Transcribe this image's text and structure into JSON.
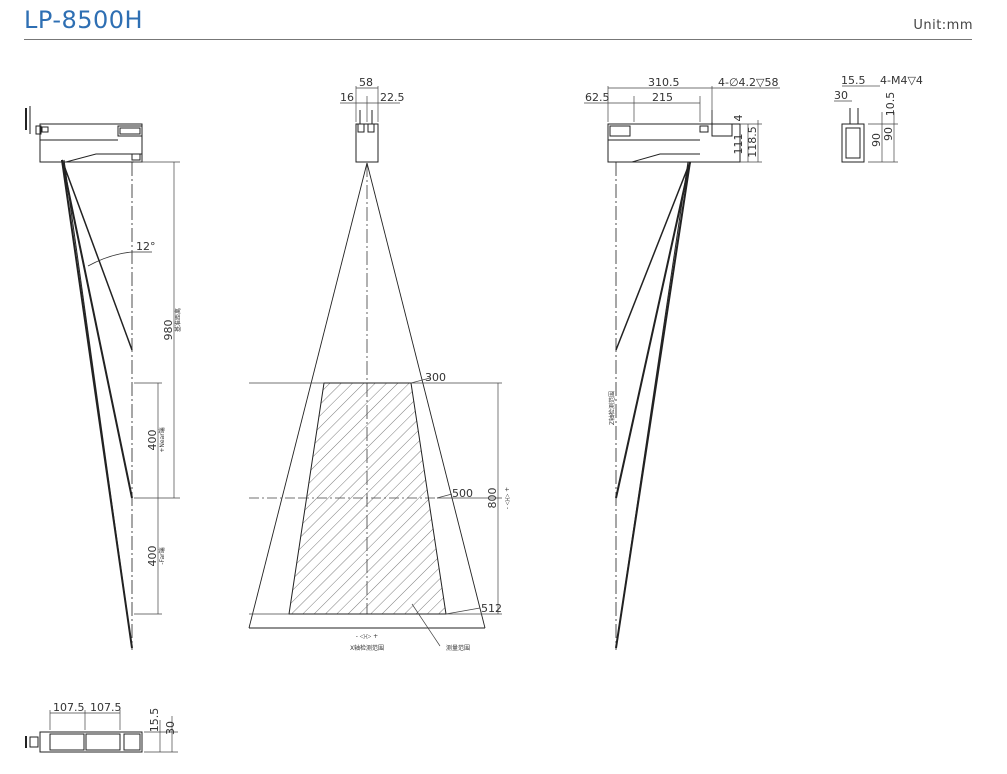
{
  "header": {
    "title": "LP-8500H",
    "unit": "Unit:mm"
  },
  "side_view": {
    "angle": "12°",
    "dim_range": "980",
    "dim_range_note": "基准距离",
    "dim_near": "400",
    "dim_near_note": "+Near端",
    "dim_far": "400",
    "dim_far_note": "-Far端"
  },
  "front_view": {
    "dim_width": "58",
    "dim_left": "16",
    "dim_right": "22.5",
    "dim_top_width": "300",
    "dim_mid_width": "500",
    "dim_bottom_width": "512",
    "dim_height": "800",
    "z_axis_sign": "- ◁-▷ +",
    "x_axis_sign": "- ◁-▷ +",
    "x_axis_label": "X轴检测范围",
    "measure_range_label": "测量范围"
  },
  "rear_view": {
    "dim_total": "310.5",
    "dim_hole_note": "4-∅4.2▽58",
    "dim_offset": "62.5",
    "dim_pitch": "215",
    "dim_4": "4",
    "dim_111": "111",
    "dim_118": "118.5",
    "z_axis_label": "Z轴检测范围"
  },
  "end_view": {
    "dim_15": "15.5",
    "dim_30": "30",
    "dim_thread": "4-M4▽4",
    "dim_10": "10.5",
    "dim_90a": "90",
    "dim_90b": "90"
  },
  "bottom_view": {
    "dim_left": "107.5",
    "dim_right": "107.5",
    "dim_15": "15.5",
    "dim_30": "30"
  }
}
